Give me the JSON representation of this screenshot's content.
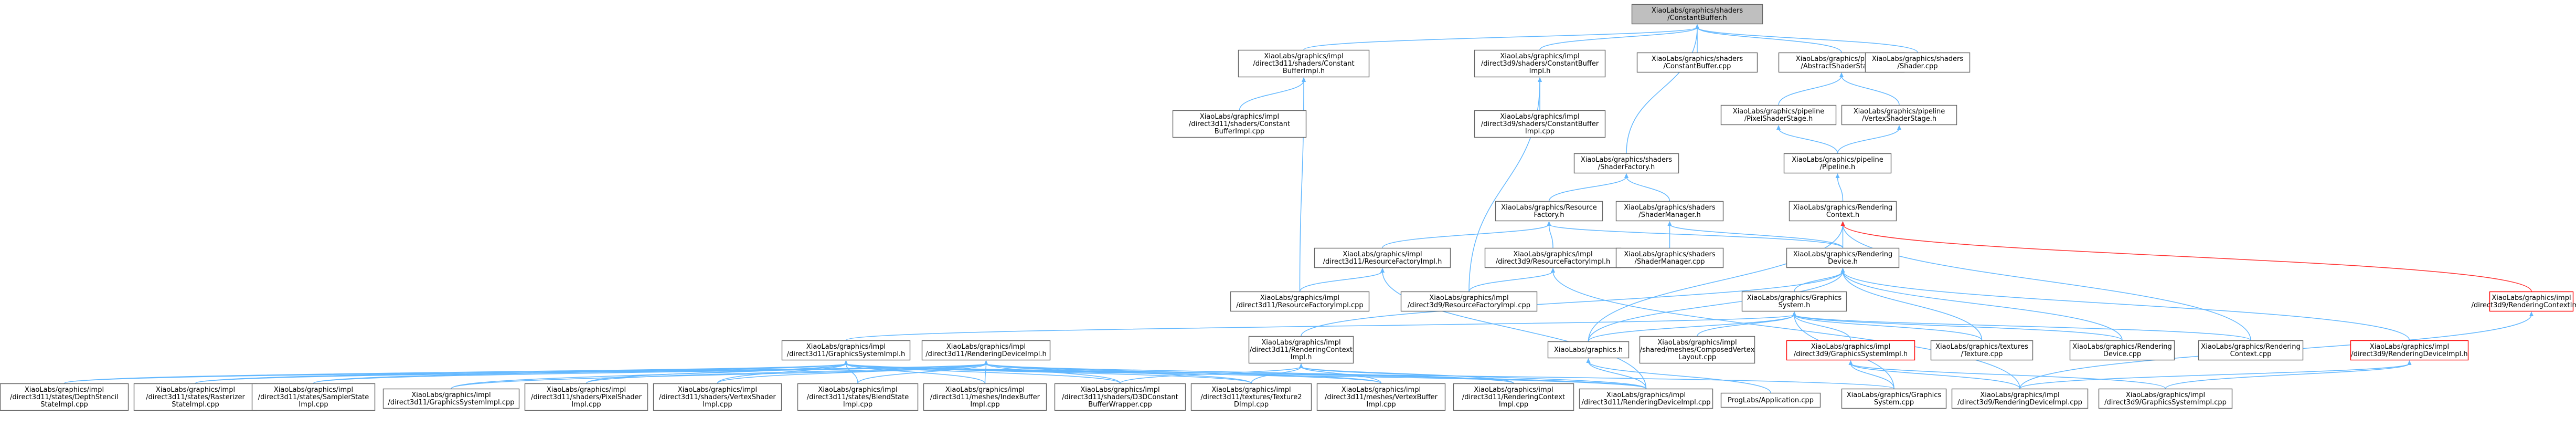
{
  "nodes": {
    "root": {
      "lines": [
        "XiaoLabs/graphics/shaders",
        "/ConstantBuffer.h"
      ],
      "style": "root"
    },
    "d11cbi_h": {
      "lines": [
        "XiaoLabs/graphics/impl",
        "/direct3d11/shaders/Constant",
        "BufferImpl.h"
      ]
    },
    "d9cbi_h": {
      "lines": [
        "XiaoLabs/graphics/impl",
        "/direct3d9/shaders/ConstantBuffer",
        "Impl.h"
      ]
    },
    "cb_cpp": {
      "lines": [
        "XiaoLabs/graphics/shaders",
        "/ConstantBuffer.cpp"
      ]
    },
    "ass_h": {
      "lines": [
        "XiaoLabs/graphics/pipeline",
        "/AbstractShaderStage.h"
      ]
    },
    "shader_cpp": {
      "lines": [
        "XiaoLabs/graphics/shaders",
        "/Shader.cpp"
      ]
    },
    "d11cbi_cpp": {
      "lines": [
        "XiaoLabs/graphics/impl",
        "/direct3d11/shaders/Constant",
        "BufferImpl.cpp"
      ]
    },
    "d9cbi_cpp": {
      "lines": [
        "XiaoLabs/graphics/impl",
        "/direct3d9/shaders/ConstantBuffer",
        "Impl.cpp"
      ]
    },
    "pss_h": {
      "lines": [
        "XiaoLabs/graphics/pipeline",
        "/PixelShaderStage.h"
      ]
    },
    "vss_h": {
      "lines": [
        "XiaoLabs/graphics/pipeline",
        "/VertexShaderStage.h"
      ]
    },
    "pipeline_h": {
      "lines": [
        "XiaoLabs/graphics/pipeline",
        "/Pipeline.h"
      ]
    },
    "sf_h": {
      "lines": [
        "XiaoLabs/graphics/shaders",
        "/ShaderFactory.h"
      ]
    },
    "rc_h": {
      "lines": [
        "XiaoLabs/graphics/Rendering",
        "Context.h"
      ]
    },
    "rf_h": {
      "lines": [
        "XiaoLabs/graphics/Resource",
        "Factory.h"
      ]
    },
    "sm_h": {
      "lines": [
        "XiaoLabs/graphics/shaders",
        "/ShaderManager.h"
      ]
    },
    "d11rfi_h": {
      "lines": [
        "XiaoLabs/graphics/impl",
        "/direct3d11/ResourceFactoryImpl.h"
      ]
    },
    "d9rfi_h": {
      "lines": [
        "XiaoLabs/graphics/impl",
        "/direct3d9/ResourceFactoryImpl.h"
      ]
    },
    "sm_cpp": {
      "lines": [
        "XiaoLabs/graphics/shaders",
        "/ShaderManager.cpp"
      ]
    },
    "rd_h": {
      "lines": [
        "XiaoLabs/graphics/Rendering",
        "Device.h"
      ]
    },
    "d9rci_h": {
      "lines": [
        "XiaoLabs/graphics/impl",
        "/direct3d9/RenderingContextImpl.h"
      ],
      "style": "red"
    },
    "d11rfi_cpp": {
      "lines": [
        "XiaoLabs/graphics/impl",
        "/direct3d11/ResourceFactoryImpl.cpp"
      ]
    },
    "d9rfi_cpp": {
      "lines": [
        "XiaoLabs/graphics/impl",
        "/direct3d9/ResourceFactoryImpl.cpp"
      ]
    },
    "gs_h": {
      "lines": [
        "XiaoLabs/graphics/Graphics",
        "System.h"
      ]
    },
    "d11gsi_h": {
      "lines": [
        "XiaoLabs/graphics/impl",
        "/direct3d11/GraphicsSystemImpl.h"
      ]
    },
    "d11rdi_h": {
      "lines": [
        "XiaoLabs/graphics/impl",
        "/direct3d11/RenderingDeviceImpl.h"
      ]
    },
    "d11rci_h": {
      "lines": [
        "XiaoLabs/graphics/impl",
        "/direct3d11/RenderingContext",
        "Impl.h"
      ]
    },
    "graphics_h": {
      "lines": [
        "XiaoLabs/graphics.h"
      ]
    },
    "cvl_cpp": {
      "lines": [
        "XiaoLabs/graphics/impl",
        "/shared/meshes/ComposedVertex",
        "Layout.cpp"
      ]
    },
    "d9gsi_h": {
      "lines": [
        "XiaoLabs/graphics/impl",
        "/direct3d9/GraphicsSystemImpl.h"
      ],
      "style": "red"
    },
    "tex_cpp": {
      "lines": [
        "XiaoLabs/graphics/textures",
        "/Texture.cpp"
      ]
    },
    "rd_cpp": {
      "lines": [
        "XiaoLabs/graphics/Rendering",
        "Device.cpp"
      ]
    },
    "rc_cpp": {
      "lines": [
        "XiaoLabs/graphics/Rendering",
        "Context.cpp"
      ]
    },
    "d9rdi_h": {
      "lines": [
        "XiaoLabs/graphics/impl",
        "/direct3d9/RenderingDeviceImpl.h"
      ],
      "style": "red"
    },
    "ds_cpp": {
      "lines": [
        "XiaoLabs/graphics/impl",
        "/direct3d11/states/DepthStencil",
        "StateImpl.cpp"
      ]
    },
    "rs_cpp": {
      "lines": [
        "XiaoLabs/graphics/impl",
        "/direct3d11/states/Rasterizer",
        "StateImpl.cpp"
      ]
    },
    "ss_cpp": {
      "lines": [
        "XiaoLabs/graphics/impl",
        "/direct3d11/states/SamplerState",
        "Impl.cpp"
      ]
    },
    "d11gsi_cpp": {
      "lines": [
        "XiaoLabs/graphics/impl",
        "/direct3d11/GraphicsSystemImpl.cpp"
      ]
    },
    "ps_cpp": {
      "lines": [
        "XiaoLabs/graphics/impl",
        "/direct3d11/shaders/PixelShader",
        "Impl.cpp"
      ]
    },
    "vs_cpp": {
      "lines": [
        "XiaoLabs/graphics/impl",
        "/direct3d11/shaders/VertexShader",
        "Impl.cpp"
      ]
    },
    "bs_cpp": {
      "lines": [
        "XiaoLabs/graphics/impl",
        "/direct3d11/states/BlendState",
        "Impl.cpp"
      ]
    },
    "ib_cpp": {
      "lines": [
        "XiaoLabs/graphics/impl",
        "/direct3d11/meshes/IndexBuffer",
        "Impl.cpp"
      ]
    },
    "cbw_cpp": {
      "lines": [
        "XiaoLabs/graphics/impl",
        "/direct3d11/shaders/D3DConstant",
        "BufferWrapper.cpp"
      ]
    },
    "t2d_cpp": {
      "lines": [
        "XiaoLabs/graphics/impl",
        "/direct3d11/textures/Texture2",
        "DImpl.cpp"
      ]
    },
    "vb_cpp": {
      "lines": [
        "XiaoLabs/graphics/impl",
        "/direct3d11/meshes/VertexBuffer",
        "Impl.cpp"
      ]
    },
    "d11rci_cpp": {
      "lines": [
        "XiaoLabs/graphics/impl",
        "/direct3d11/RenderingContext",
        "Impl.cpp"
      ]
    },
    "d11rdi_cpp": {
      "lines": [
        "XiaoLabs/graphics/impl",
        "/direct3d11/RenderingDeviceImpl.cpp"
      ]
    },
    "prog_cpp": {
      "lines": [
        "ProgLabs/Application.cpp"
      ]
    },
    "gs_cpp": {
      "lines": [
        "XiaoLabs/graphics/Graphics",
        "System.cpp"
      ]
    },
    "d9rdi_cpp": {
      "lines": [
        "XiaoLabs/graphics/impl",
        "/direct3d9/RenderingDeviceImpl.cpp"
      ]
    },
    "d9gsi_cpp": {
      "lines": [
        "XiaoLabs/graphics/impl",
        "/direct3d9/GraphicsSystemImpl.cpp"
      ]
    }
  },
  "colors": {
    "edge": "#63b8ff",
    "edge_red": "#ff3333",
    "node_border": "#666666",
    "root_fill": "#bfbfbf"
  }
}
